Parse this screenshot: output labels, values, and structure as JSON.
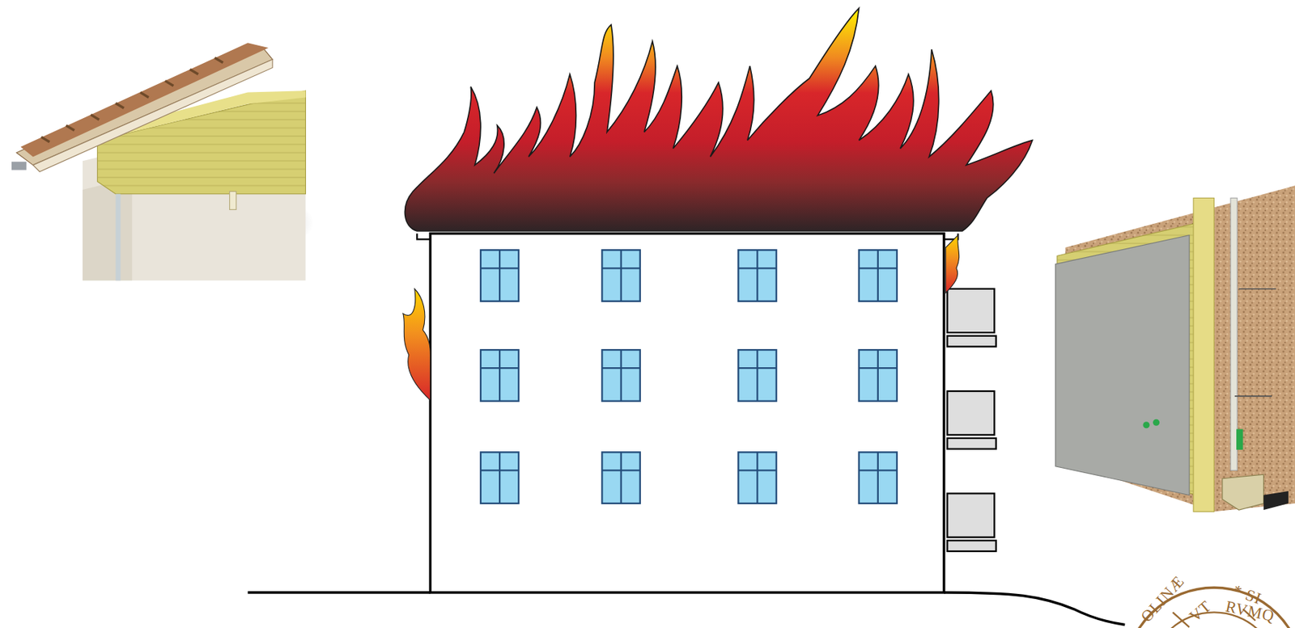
{
  "diagram": {
    "labels": [
      "OLINÆ",
      "* SI",
      "VT",
      "RVMQ"
    ]
  }
}
